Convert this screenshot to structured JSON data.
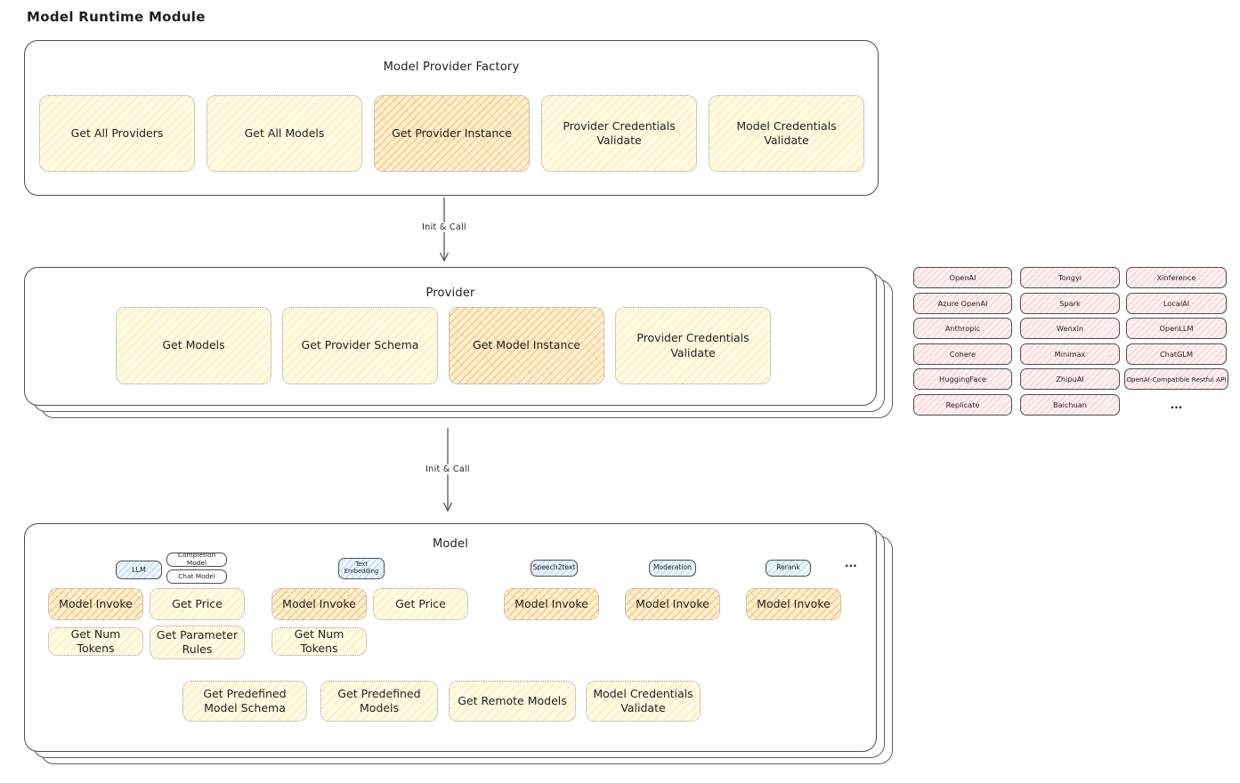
{
  "page": {
    "title": "Model Runtime Module"
  },
  "colors": {
    "stroke": "#494d53",
    "yellow_fill": "#fffbe9",
    "yellow_hatch": "#ffe894",
    "orange_fill": "#fdf2d8",
    "orange_hatch": "#f6be60",
    "pink_fill": "#fff1f1",
    "pink_hatch": "#eb9696",
    "blue_fill": "#ecf5fd",
    "blue_hatch": "#78afe1"
  },
  "factory": {
    "title": "Model Provider Factory",
    "items": [
      "Get All Providers",
      "Get All Models",
      "Get Provider Instance",
      "Provider Credentials Validate",
      "Model Credentials Validate"
    ]
  },
  "arrows": {
    "init_call": "Init & Call"
  },
  "provider": {
    "title": "Provider",
    "items": [
      "Get Models",
      "Get Provider Schema",
      "Get Model Instance",
      "Provider Credentials Validate"
    ]
  },
  "providers_panel": {
    "columns": [
      [
        "OpenAI",
        "Azure OpenAI",
        "Anthropic",
        "Cohere",
        "HuggingFace",
        "Replicate"
      ],
      [
        "Tongyi",
        "Spark",
        "Wenxin",
        "Minimax",
        "ZhipuAI",
        "Baichuan"
      ],
      [
        "Xinference",
        "LocalAI",
        "OpenLLM",
        "ChatGLM",
        "OpenAI-Compatible Restful API"
      ]
    ],
    "ellipsis": "..."
  },
  "model": {
    "title": "Model",
    "types": {
      "llm": "LLM",
      "completion_model": "Completion Model",
      "chat_model": "Chat Model",
      "text_embedding": "Text Embedding",
      "speech2text": "Speech2text",
      "moderation": "Moderation",
      "rerank": "Rerank",
      "ellipsis": "..."
    },
    "actions": {
      "model_invoke": "Model Invoke",
      "get_price": "Get Price",
      "get_num_tokens": "Get Num Tokens",
      "get_parameter_rules": "Get Parameter Rules"
    },
    "bottom": [
      "Get Predefined Model Schema",
      "Get Predefined Models",
      "Get Remote Models",
      "Model Credentials Validate"
    ]
  }
}
